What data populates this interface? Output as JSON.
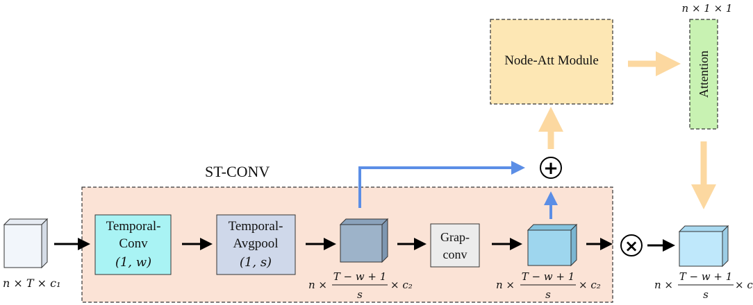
{
  "st_conv": {
    "title": "ST-CONV",
    "fill": "#fbe3d6"
  },
  "blocks": {
    "temporal_conv": {
      "line1": "Temporal-",
      "line2": "Conv",
      "line3": "(1, w)",
      "fill": "#a9f3f4"
    },
    "temporal_avgpool": {
      "line1": "Temporal-",
      "line2": "Avgpool",
      "line3": "(1, s)",
      "fill": "#cfd8ea"
    },
    "graph_conv": {
      "line1": "Grap-",
      "line2": "conv",
      "fill": "#ececec"
    },
    "node_att": {
      "label": "Node-Att Module",
      "fill": "#fde7b4"
    },
    "attention": {
      "label": "Attention",
      "fill": "#c8f2b2",
      "shape_label": "n × 1 × 1"
    }
  },
  "tensors": {
    "input": {
      "label": "n × T × c₁",
      "fill": "#f2f6fb"
    },
    "pooled": {
      "fill": "#9db3c9"
    },
    "graph_out": {
      "fill": "#9ed6ee"
    },
    "output": {
      "fill": "#bfe8fb"
    }
  },
  "fractions": {
    "prefix": "n ×",
    "numerator": "T − w + 1",
    "denominator": "s",
    "suffix": "× c₂"
  },
  "operators": {
    "add": "+",
    "multiply": "×"
  },
  "colors": {
    "blue_arrow": "#5b8ee6",
    "orange_arrow": "#fcd8a0",
    "black_arrow": "#000000"
  }
}
